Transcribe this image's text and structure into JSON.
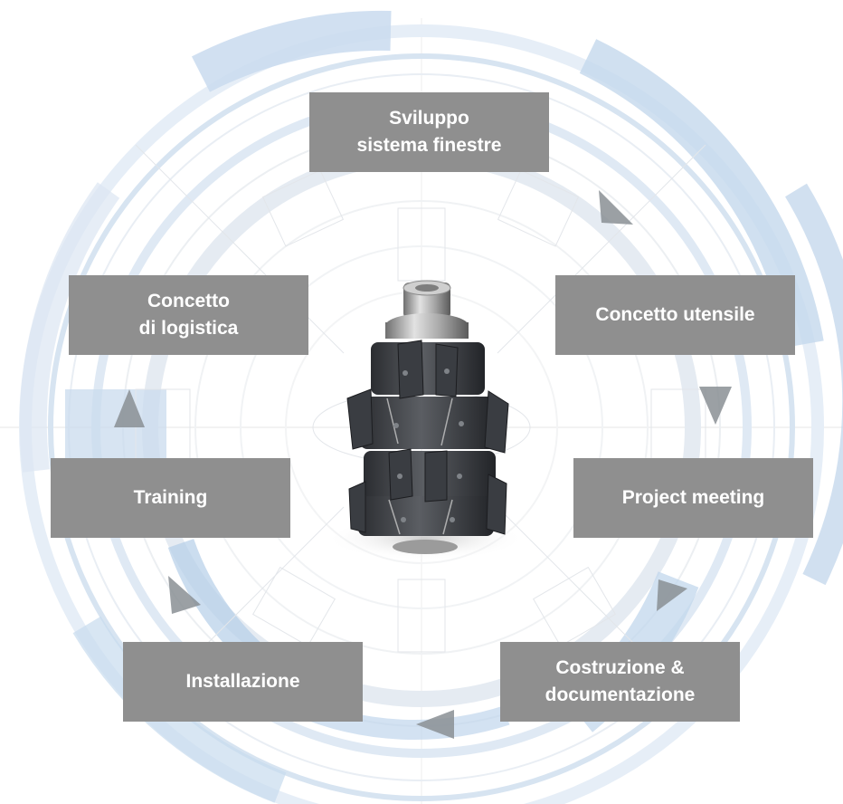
{
  "steps": [
    {
      "id": "sviluppo",
      "label": "Sviluppo\nsistema finestre"
    },
    {
      "id": "utensile",
      "label": "Concetto utensile"
    },
    {
      "id": "meeting",
      "label": "Project meeting"
    },
    {
      "id": "costr",
      "label": "Costruzione &\ndocumentazione"
    },
    {
      "id": "install",
      "label": "Installazione"
    },
    {
      "id": "training",
      "label": "Training"
    },
    {
      "id": "logist",
      "label": "Concetto\ndi logistica"
    }
  ],
  "colors": {
    "box": "#8f8f8f",
    "ring_light": "#dbe7f3",
    "ring_mid": "#b9d0e8",
    "arrow": "#8a8f94"
  },
  "center_image": "milling-cutter-tool"
}
